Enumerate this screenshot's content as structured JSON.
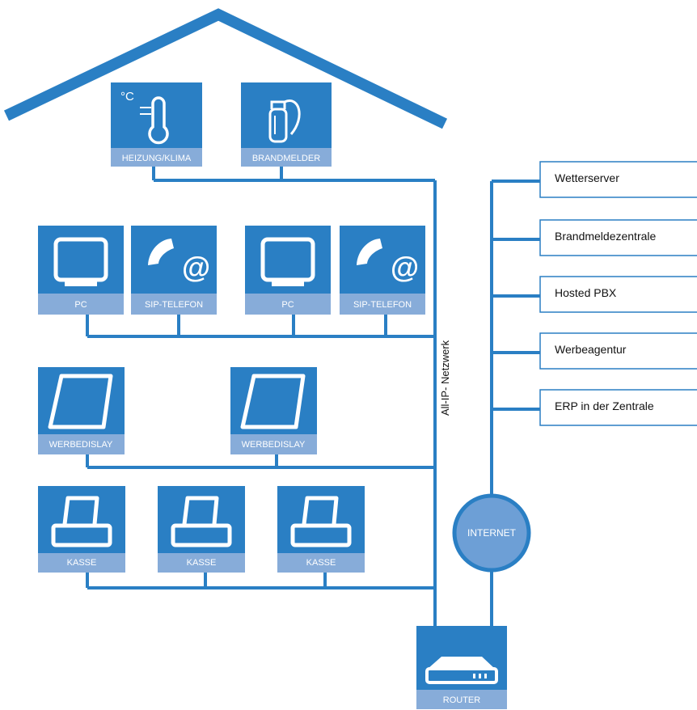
{
  "colors": {
    "primary": "#2a7fc4",
    "label_band": "#87acd9",
    "internet_fill": "#6d9fd6",
    "internet_ring": "#2a7fc4",
    "service_text": "#111111",
    "white": "#ffffff"
  },
  "network_label": "All-IP- Netzwerk",
  "devices": {
    "heating": {
      "label": "HEIZUNG/KLIMA",
      "icon": "thermometer-icon",
      "unit": "°C"
    },
    "fire_alarm": {
      "label": "BRANDMELDER",
      "icon": "fire-extinguisher-icon"
    },
    "pc_1": {
      "label": "PC",
      "icon": "monitor-icon"
    },
    "sip_1": {
      "label": "SIP-TELEFON",
      "icon": "phone-at-icon",
      "at": "@"
    },
    "pc_2": {
      "label": "PC",
      "icon": "monitor-icon"
    },
    "sip_2": {
      "label": "SIP-TELEFON",
      "icon": "phone-at-icon",
      "at": "@"
    },
    "display_1": {
      "label": "WERBEDISLAY",
      "icon": "display-icon"
    },
    "display_2": {
      "label": "WERBEDISLAY",
      "icon": "display-icon"
    },
    "cash_1": {
      "label": "KASSE",
      "icon": "cash-register-icon"
    },
    "cash_2": {
      "label": "KASSE",
      "icon": "cash-register-icon"
    },
    "cash_3": {
      "label": "KASSE",
      "icon": "cash-register-icon"
    },
    "router": {
      "label": "ROUTER",
      "icon": "router-icon"
    }
  },
  "internet": {
    "label": "INTERNET"
  },
  "services": [
    {
      "label": "Wetterserver"
    },
    {
      "label": "Brandmeldezentrale"
    },
    {
      "label": "Hosted PBX"
    },
    {
      "label": "Werbeagentur"
    },
    {
      "label": "ERP in der Zentrale"
    }
  ]
}
